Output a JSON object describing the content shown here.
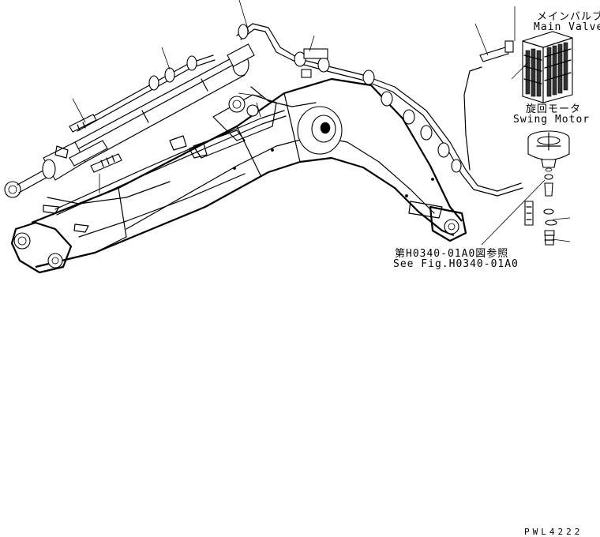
{
  "labels": {
    "main_valve_jp": "メインバルブ",
    "main_valve_en": "Main Valve",
    "swing_motor_jp": "旋回モータ",
    "swing_motor_en": "Swing Motor",
    "see_fig_jp": "第H0340-01A0図参照",
    "see_fig_en": "See Fig.H0340-01A0",
    "drawing_code": "PWL4222"
  }
}
